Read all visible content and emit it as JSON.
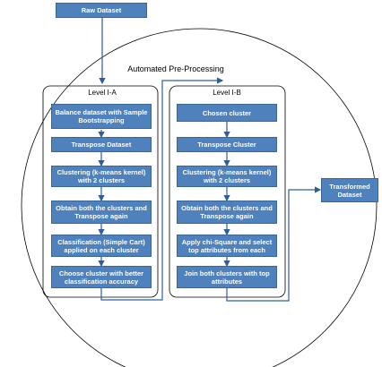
{
  "title": "Automated Pre-Processing",
  "colors": {
    "box_fill": "#4f81bd",
    "box_border": "#3a6697",
    "line": "#2f5f99",
    "outline": "#000000"
  },
  "nodes": {
    "raw_dataset": "Raw Dataset",
    "transformed_dataset": "Transformed Dataset"
  },
  "level_a": {
    "title": "Level I-A",
    "steps": [
      "Balance dataset with Sample Bootstrapping",
      "Transpose Dataset",
      "Clustering (k-means kernel) with 2 clusters",
      "Obtain both the clusters and Transpose again",
      "Classification (Simple Cart) applied on each cluster",
      "Choose cluster with better classification accuracy"
    ]
  },
  "level_b": {
    "title": "Level I-B",
    "steps": [
      "Chosen cluster",
      "Transpose Cluster",
      "Clustering (k-means kernel) with 2 clusters",
      "Obtain both the clusters and Transpose again",
      "Apply chi-Square and select top attributes from each",
      "Join both clusters with top attributes"
    ]
  }
}
